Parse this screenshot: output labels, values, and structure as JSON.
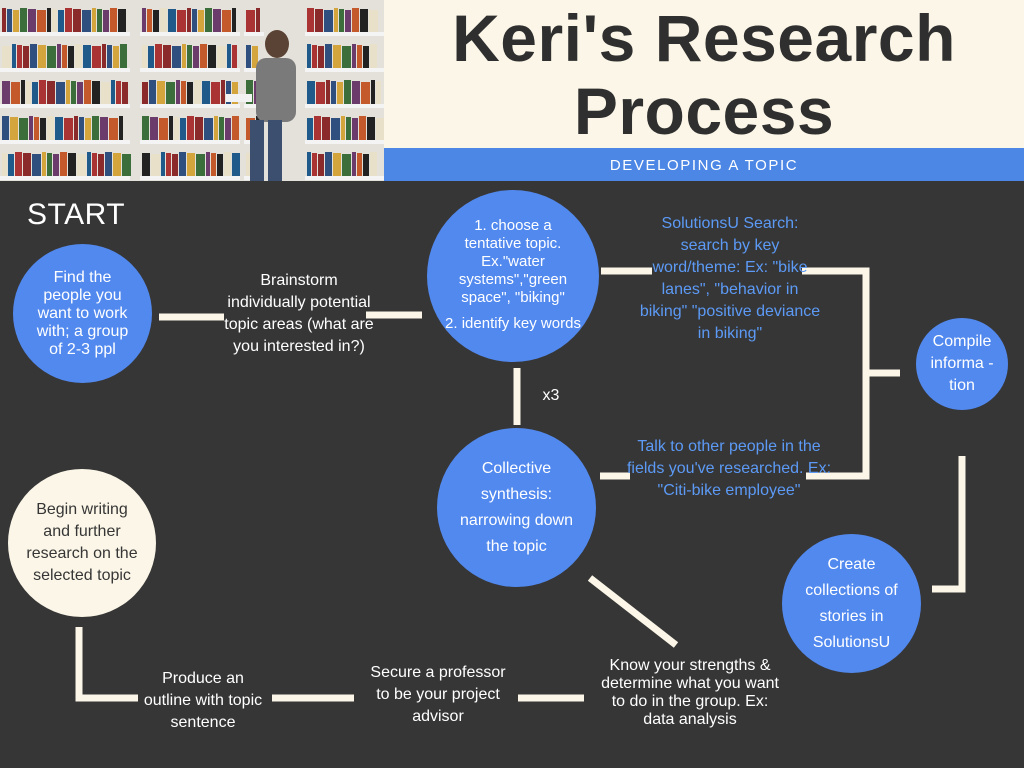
{
  "header": {
    "title": "Keri's Research Process",
    "subtitle": "DEVELOPING A TOPIC"
  },
  "start_label": "START",
  "nodes": {
    "find_people": "Find the people you want to work with; a group of 2-3 ppl",
    "brainstorm": "Brainstorm individually potential topic areas (what are you interested in?)",
    "choose_topic": "1. choose a tentative topic. Ex.\"water systems\",\"green space\", \"biking\"",
    "identify_keywords": "2. identify key words",
    "repeat": "x3",
    "solutionsu_search": "SolutionsU Search: search by key word/theme: Ex: \"bike lanes\", \"behavior in biking\" \"positive deviance in biking\"",
    "talk_to_people": "Talk to other people in the fields you've researched. Ex: \"Citi-bike employee\"",
    "compile": "Compile informa -tion",
    "collective_synthesis": "Collective synthesis: narrowing down the topic",
    "create_collections": "Create collections of stories in SolutionsU",
    "know_strengths": "Know your strengths & determine what you want to do in the group. Ex: data analysis",
    "secure_professor": "Secure a professor to be your project advisor",
    "produce_outline": "Produce an outline with topic sentence",
    "begin_writing": "Begin writing and further research on the selected topic"
  },
  "colors": {
    "background": "#363636",
    "accent_blue": "#5289ef",
    "banner_blue": "#4c87e6",
    "cream": "#fbf6e7",
    "connector": "#fbf6e7"
  }
}
